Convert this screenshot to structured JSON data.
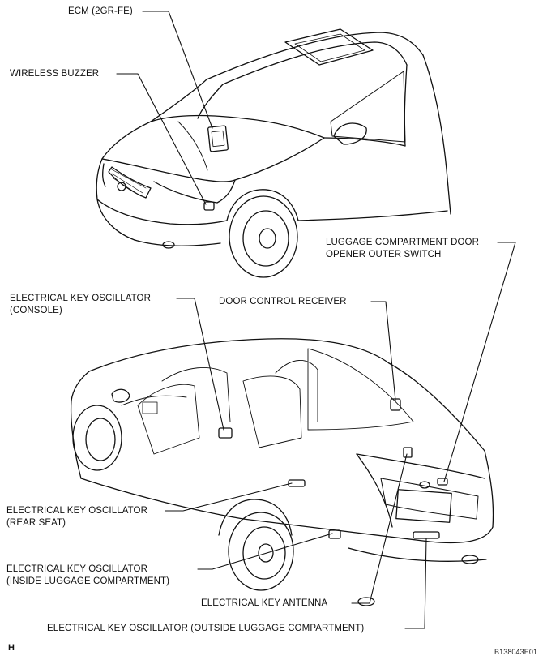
{
  "labels": {
    "ecm": [
      "ECM (2GR-FE)"
    ],
    "wireless_buzzer": [
      "WIRELESS BUZZER"
    ],
    "luggage_door_switch": [
      "LUGGAGE COMPARTMENT DOOR",
      "OPENER OUTER SWITCH"
    ],
    "osc_console": [
      "ELECTRICAL KEY OSCILLATOR",
      "(CONSOLE)"
    ],
    "door_receiver": [
      "DOOR CONTROL RECEIVER"
    ],
    "osc_rear_seat": [
      "ELECTRICAL KEY OSCILLATOR",
      "(REAR SEAT)"
    ],
    "osc_inside_luggage": [
      "ELECTRICAL KEY OSCILLATOR",
      "(INSIDE LUGGAGE COMPARTMENT)"
    ],
    "key_antenna": [
      "ELECTRICAL KEY ANTENNA"
    ],
    "osc_outside_luggage": [
      "ELECTRICAL KEY OSCILLATOR (OUTSIDE LUGGAGE COMPARTMENT)"
    ]
  },
  "footer": {
    "corner_letter": "H",
    "figure_code": "B138043E01"
  }
}
